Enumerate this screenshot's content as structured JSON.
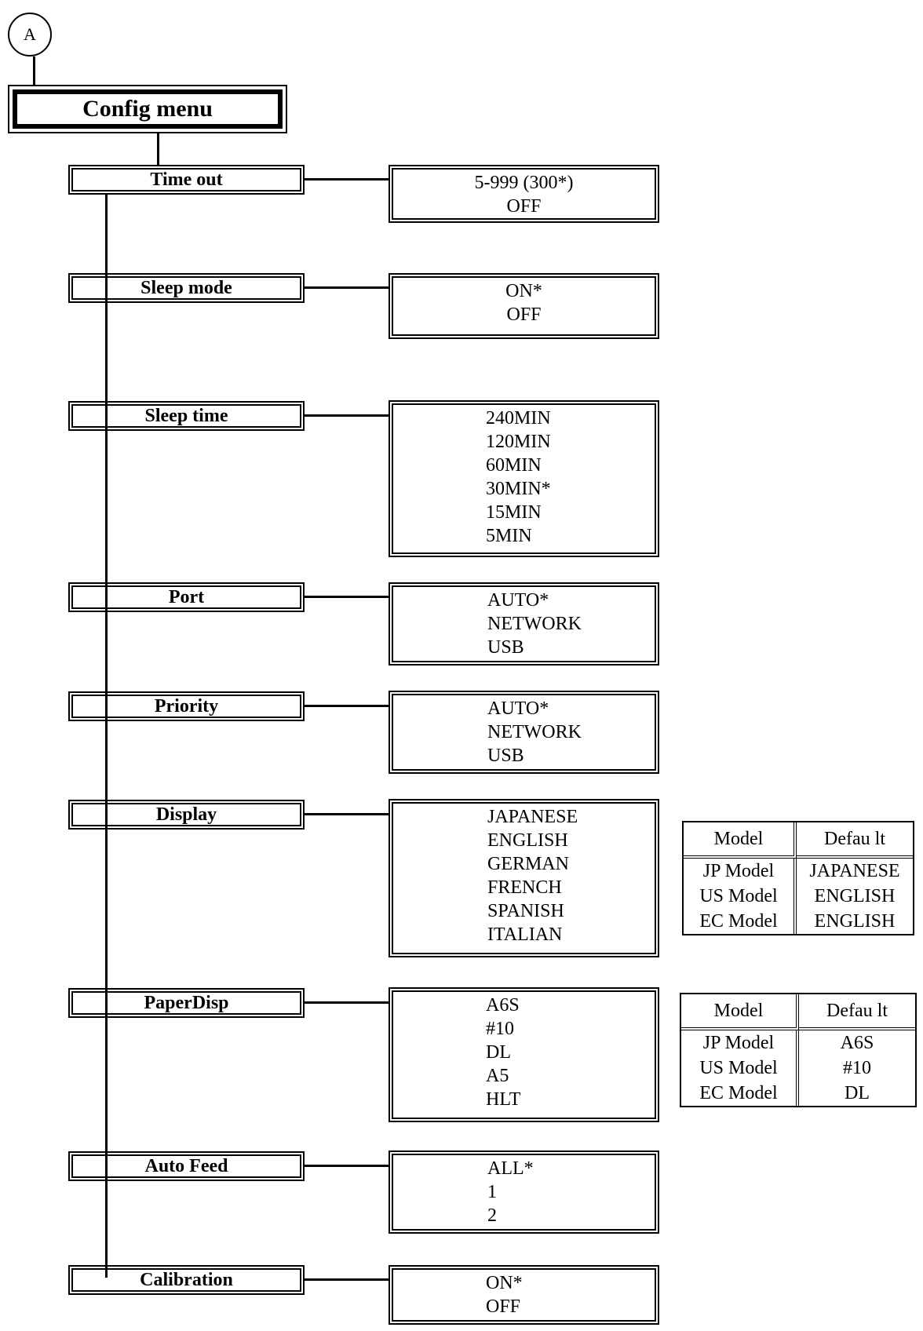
{
  "connector_label": "A",
  "title": "Config menu",
  "menus": [
    {
      "label": "Time out",
      "options": [
        "5-999 (300*)",
        "OFF"
      ]
    },
    {
      "label": "Sleep mode",
      "options": [
        "ON*",
        "OFF"
      ]
    },
    {
      "label": "Sleep time",
      "options": [
        "240MIN",
        "120MIN",
        "60MIN",
        "30MIN*",
        "15MIN",
        "5MIN"
      ]
    },
    {
      "label": "Port",
      "options": [
        "AUTO*",
        "NETWORK",
        "USB"
      ]
    },
    {
      "label": "Priority",
      "options": [
        "AUTO*",
        "NETWORK",
        "USB"
      ]
    },
    {
      "label": "Display",
      "options": [
        "JAPANESE",
        "ENGLISH",
        "GERMAN",
        "FRENCH",
        "SPANISH",
        "ITALIAN"
      ]
    },
    {
      "label": "PaperDisp",
      "options": [
        "A6S",
        "#10",
        "DL",
        "A5",
        "HLT"
      ]
    },
    {
      "label": "Auto Feed",
      "options": [
        "ALL*",
        "1",
        "2"
      ]
    },
    {
      "label": "Calibration",
      "options": [
        "ON*",
        "OFF"
      ]
    }
  ],
  "display_defaults": {
    "header": [
      "Model",
      "Defau lt"
    ],
    "rows": [
      [
        "JP Model",
        "JAPANESE"
      ],
      [
        "US Model",
        "ENGLISH"
      ],
      [
        "EC Model",
        "ENGLISH"
      ]
    ]
  },
  "paperdisp_defaults": {
    "header": [
      "Model",
      "Defau lt"
    ],
    "rows": [
      [
        "JP Model",
        "A6S"
      ],
      [
        "US Model",
        "#10"
      ],
      [
        "EC Model",
        "DL"
      ]
    ]
  }
}
